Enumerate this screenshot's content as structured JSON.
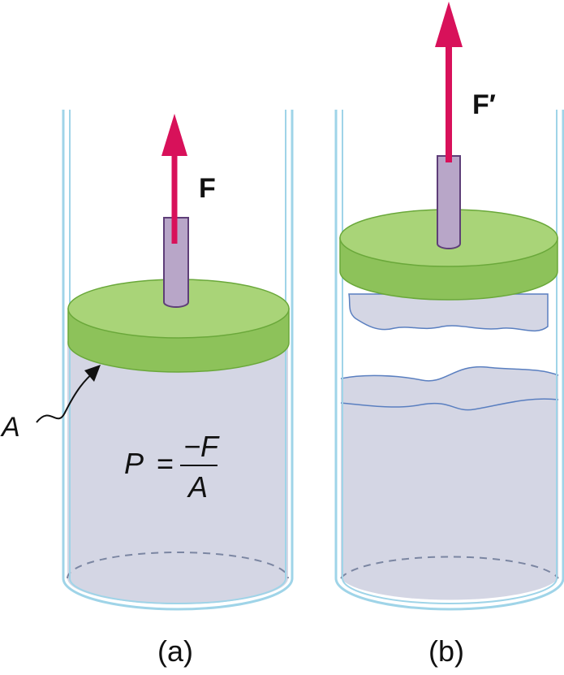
{
  "panel_a": {
    "caption": "(a)",
    "force_label": "F",
    "area_label": "A",
    "equation": {
      "lhs": "P",
      "equals": "=",
      "numerator": "−F",
      "denominator": "A"
    }
  },
  "panel_b": {
    "caption": "(b)",
    "force_label": "F′"
  },
  "colors": {
    "cylinder_outline": "#9fd4e8",
    "liquid": "#d4d6e4",
    "liquid_edge": "#5a7fc0",
    "piston_top": "#a9d478",
    "piston_side": "#8dc25a",
    "piston_edge": "#6aa83a",
    "rod": "#b8a6c8",
    "rod_edge": "#5e3e78",
    "force_arrow": "#d8115a"
  }
}
